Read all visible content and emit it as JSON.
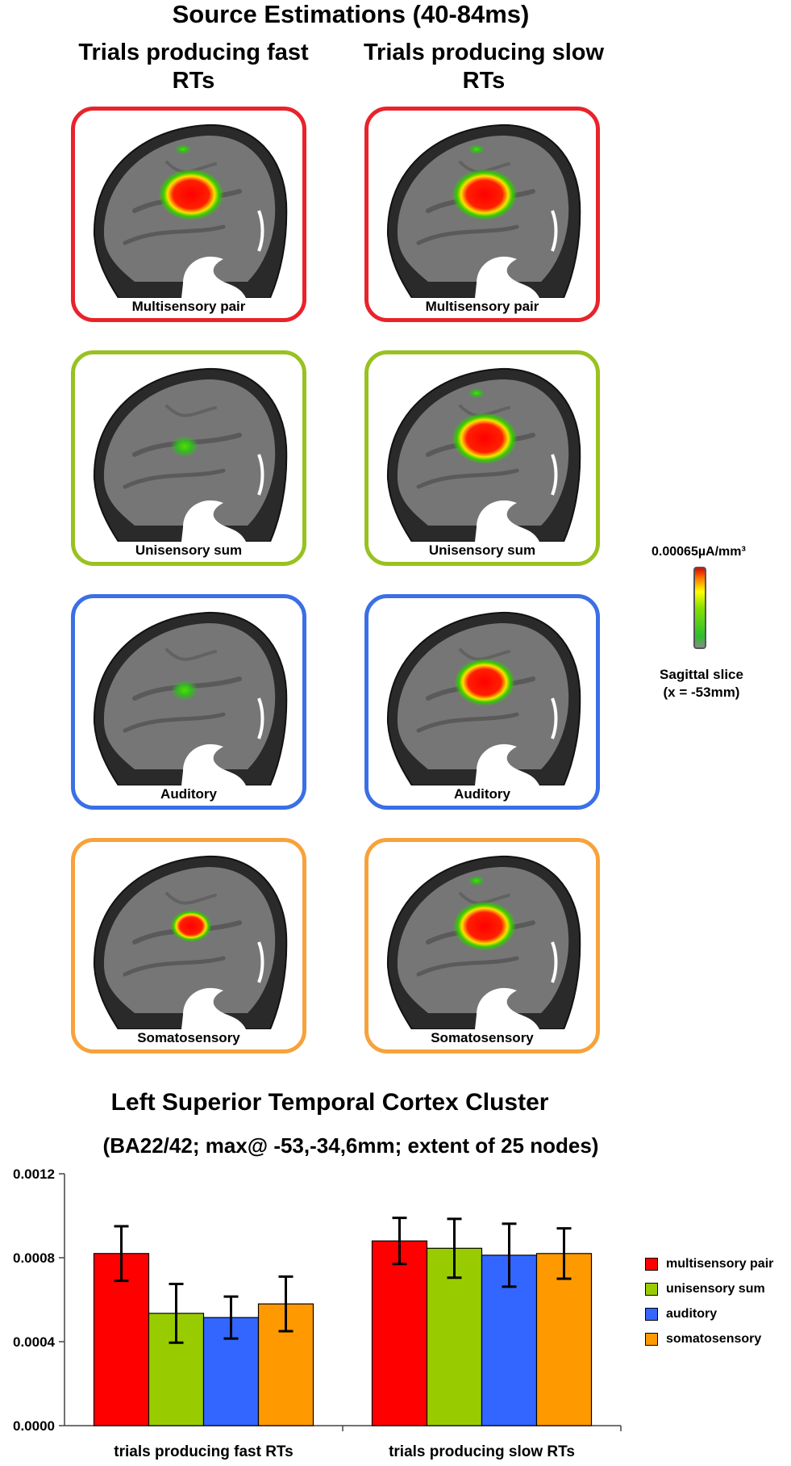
{
  "figure": {
    "title": "Source Estimations (40-84ms)",
    "columns": [
      "Trials producing fast RTs",
      "Trials producing slow RTs"
    ],
    "rows": [
      {
        "label": "Multisensory pair",
        "color": "#e8232b",
        "fast_level": 0.95,
        "slow_level": 0.95
      },
      {
        "label": "Unisensory sum",
        "color": "#98c21f",
        "fast_level": 0.18,
        "slow_level": 0.95
      },
      {
        "label": "Auditory",
        "color": "#3a6fe6",
        "fast_level": 0.15,
        "slow_level": 0.85
      },
      {
        "label": "Somatosensory",
        "color": "#f7a23b",
        "fast_level": 0.45,
        "slow_level": 0.9
      }
    ],
    "colorbar": {
      "max_label": "0.00065µA/mm³",
      "slice_note_line1": "Sagittal slice",
      "slice_note_line2": "(x = -53mm)"
    }
  },
  "chart_data": {
    "type": "bar",
    "title": "Left Superior Temporal Cortex Cluster",
    "subtitle": "(BA22/42; max@ -53,-34,6mm; extent of 25 nodes)",
    "categories": [
      "trials producing fast RTs",
      "trials producing slow RTs"
    ],
    "ylim": [
      0,
      0.0012
    ],
    "yticks": [
      "0.0000",
      "0.0004",
      "0.0008",
      "0.0012"
    ],
    "series": [
      {
        "name": "multisensory pair",
        "color": "#ff0000",
        "values": [
          0.00082,
          0.00088
        ],
        "errors": [
          0.00013,
          0.00011
        ]
      },
      {
        "name": "unisensory sum",
        "color": "#99cc00",
        "values": [
          0.000535,
          0.000845
        ],
        "errors": [
          0.00014,
          0.00014
        ]
      },
      {
        "name": "auditory",
        "color": "#3366ff",
        "values": [
          0.000515,
          0.000812
        ],
        "errors": [
          0.0001,
          0.00015
        ]
      },
      {
        "name": "somatosensory",
        "color": "#ff9900",
        "values": [
          0.00058,
          0.00082
        ],
        "errors": [
          0.00013,
          0.00012
        ]
      }
    ],
    "legend_position": "right",
    "grid": false
  }
}
